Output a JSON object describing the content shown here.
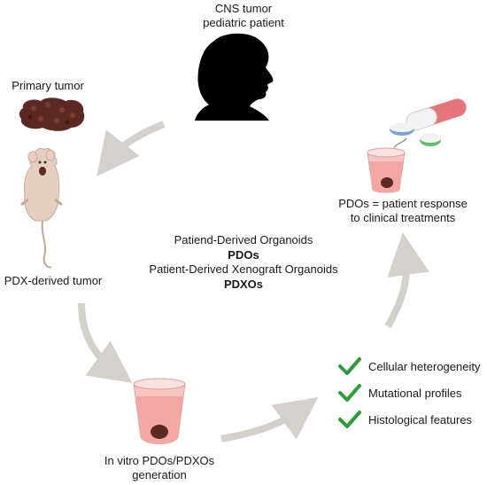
{
  "patient": {
    "title_line1": "CNS tumor",
    "title_line2": "pediatric patient"
  },
  "primary_tumor": {
    "label": "Primary tumor"
  },
  "pdx": {
    "label": "PDX-derived tumor"
  },
  "invitro": {
    "line1": "In vitro PDOs/PDXOs",
    "line2": "generation"
  },
  "response": {
    "line1": "PDOs = patient response",
    "line2": "to clinical treatments"
  },
  "center": {
    "line1": "Patiend-Derived Organoids",
    "line2": "PDOs",
    "line3": "Patient-Derived Xenograft Organoids",
    "line4": "PDXOs"
  },
  "features": [
    {
      "label": "Cellular heterogeneity",
      "icon": "check-icon"
    },
    {
      "label": "Mutational profiles",
      "icon": "check-icon"
    },
    {
      "label": "Histological features",
      "icon": "check-icon"
    }
  ],
  "colors": {
    "arrow": "#d4d1cc",
    "check": "#2e9c3a",
    "tumor": "#5a2a22",
    "mouse": "#e6cfc0",
    "organoid_fluid": "#f2a7a3",
    "silhouette": "#000000"
  }
}
